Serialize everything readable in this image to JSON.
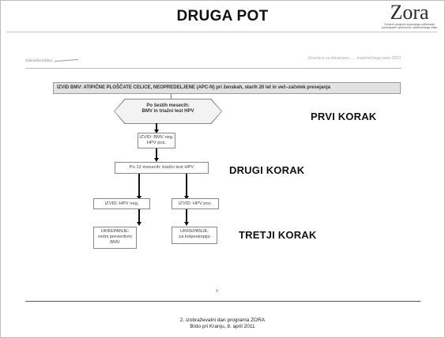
{
  "title": "DRUGA POT",
  "logo": {
    "name": "Zora",
    "tagline": "Državni program zgodnjega odkrivanja predrakavih sprememb materničnega vratu"
  },
  "slide": {
    "header_left": "Onkološki inštitut",
    "header_right": "Smernice za obravnavo ..... materničnega vratu 2010",
    "izvid_bar": "IZVID BMV: ATIPIČNE PLOŠČATE CELICE, NEOPREDELJENE (APC-N) pri ženskah, starih 20 let in več–začetek presejanja",
    "hex_line1": "Po šestih mesecih:",
    "hex_line2": "BMV in triažni test HPV",
    "box_izvid1_line1": "IZVID: BMV neg.",
    "box_izvid1_line2": "HPV poz.",
    "box_12m": "Po 12 mesecih: triažni test HPV",
    "box_hpv_neg": "IZVID: HPV neg.",
    "box_hpv_poz": "IZVID: HPV poz.",
    "box_ukrep1_line1": "UKREPANJE:",
    "box_ukrep1_line2": "redni preventivni",
    "box_ukrep1_line3": "BMV",
    "box_ukrep2_line1": "UKREPANJE:",
    "box_ukrep2_line2": "za kolposkopijo",
    "step1": "PRVI KORAK",
    "step2": "DRUGI KORAK",
    "step3": "TRETJI KORAK",
    "page_number": "9"
  },
  "footer": {
    "line1": "2. izobraževalni dan programa ZORA",
    "line2": "Brdo pri Kranju, 8. april 2011"
  }
}
